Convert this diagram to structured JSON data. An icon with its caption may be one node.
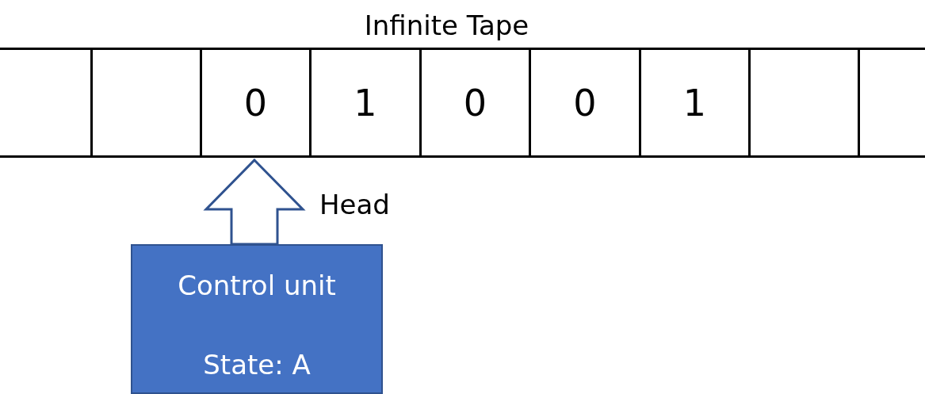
{
  "diagram": {
    "title": "Infinite Tape",
    "nodes": [
      {
        "text": [],
        "shape": "box"
      },
      {
        "text": [],
        "shape": "box"
      },
      {
        "text": [
          "0"
        ]
      },
      {
        "text": [
          "1"
        ]
      },
      {
        "text": [
          "0"
        ]
      },
      {
        "text": [
          "0"
        ]
      },
      {
        "text": [
          "1"
        ]
      },
      {
        "text": [],
        "shape": "box"
      },
      {
        "text": [],
        "shape": "box"
      },
      {
        "text": [
          "Control unit",
          "State: A"
        ]
      }
    ],
    "edges": [
      {
        "from": 9,
        "to": 2,
        "arrow": "to",
        "label": "Head",
        "style": "thick"
      }
    ]
  }
}
